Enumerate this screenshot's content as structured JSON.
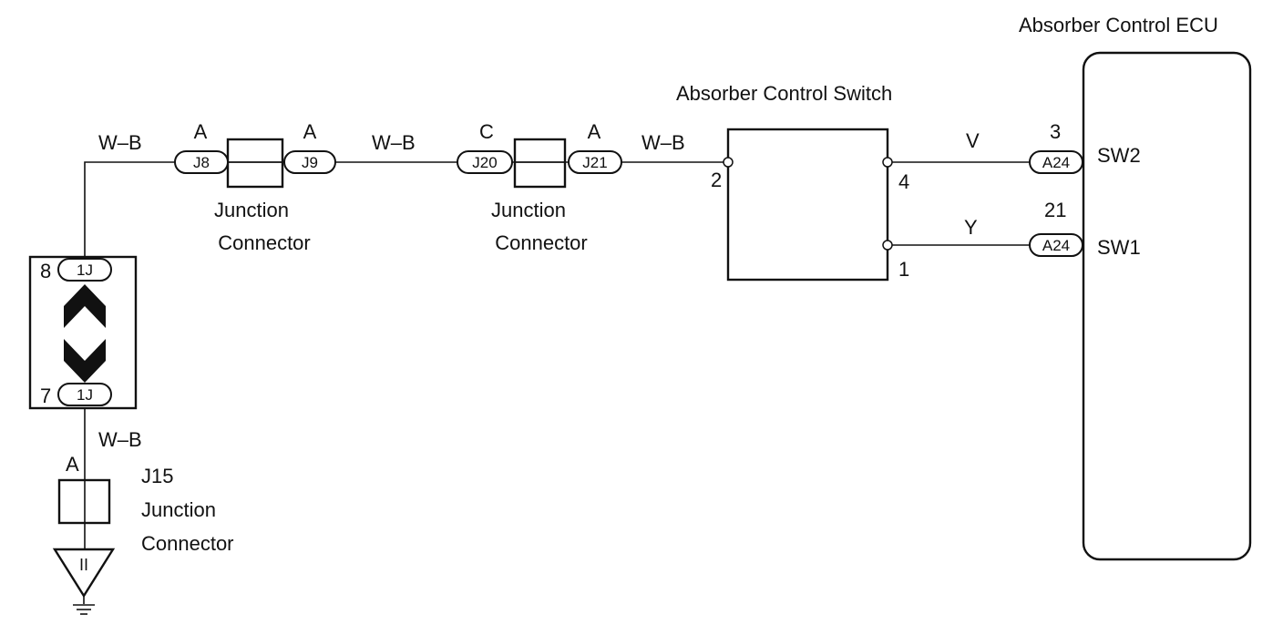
{
  "ecu": {
    "title": "Absorber Control ECU",
    "pins": [
      {
        "number": "3",
        "connector": "A24",
        "name": "SW2"
      },
      {
        "number": "21",
        "connector": "A24",
        "name": "SW1"
      }
    ]
  },
  "switch": {
    "title": "Absorber Control Switch",
    "terminals": [
      "2",
      "4",
      "1"
    ]
  },
  "wires": {
    "wb_top_left": "W–B",
    "wb_mid": "W–B",
    "wb_right": "W–B",
    "wb_bottom": "W–B",
    "v": "V",
    "y": "Y"
  },
  "junction1": {
    "left_letter": "A",
    "left_conn": "J8",
    "right_letter": "A",
    "right_conn": "J9",
    "label_line1": "Junction",
    "label_line2": "Connector"
  },
  "junction2": {
    "left_letter": "C",
    "left_conn": "J20",
    "right_letter": "A",
    "right_conn": "J21",
    "label_line1": "Junction",
    "label_line2": "Connector"
  },
  "junction_block": {
    "top_pin": "8",
    "top_conn": "1J",
    "bottom_pin": "7",
    "bottom_conn": "1J"
  },
  "ground_connector": {
    "letter": "A",
    "id": "J15",
    "label_line1": "Junction",
    "label_line2": "Connector",
    "ground_symbol_text": "II"
  }
}
